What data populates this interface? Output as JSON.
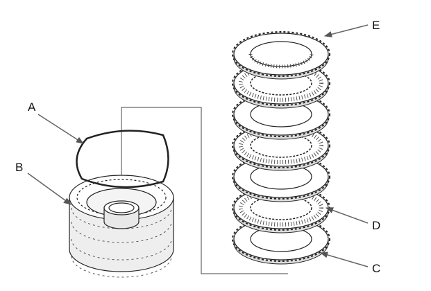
{
  "callouts": {
    "a": "A",
    "b": "B",
    "c": "C",
    "d": "D",
    "e": "E"
  },
  "colors": {
    "line": "#222222",
    "leader": "#666666",
    "fill": "#ffffff",
    "shade": "#d8d8d8"
  }
}
